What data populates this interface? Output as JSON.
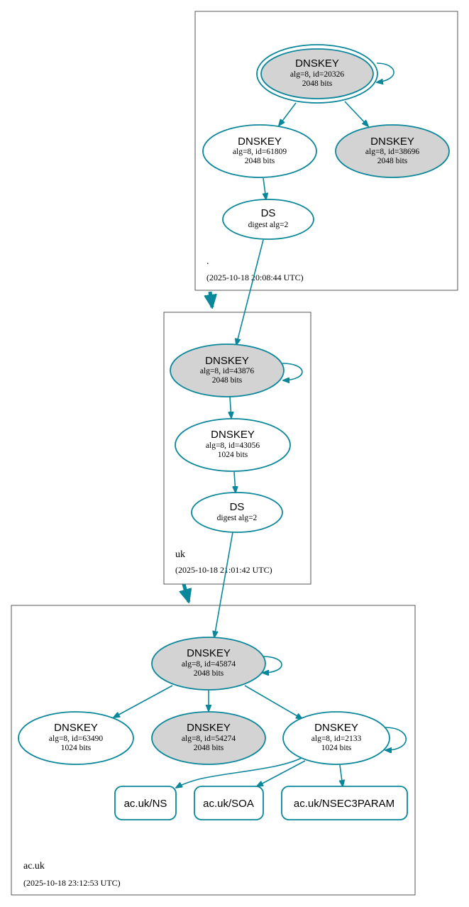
{
  "zones": {
    "root": {
      "name": ".",
      "timestamp": "(2025-10-18 20:08:44 UTC)"
    },
    "uk": {
      "name": "uk",
      "timestamp": "(2025-10-18 21:01:42 UTC)"
    },
    "acuk": {
      "name": "ac.uk",
      "timestamp": "(2025-10-18 23:12:53 UTC)"
    }
  },
  "nodes": {
    "root_ksk": {
      "title": "DNSKEY",
      "line1": "alg=8, id=20326",
      "line2": "2048 bits"
    },
    "root_zsk1": {
      "title": "DNSKEY",
      "line1": "alg=8, id=61809",
      "line2": "2048 bits"
    },
    "root_zsk2": {
      "title": "DNSKEY",
      "line1": "alg=8, id=38696",
      "line2": "2048 bits"
    },
    "root_ds": {
      "title": "DS",
      "line1": "digest alg=2"
    },
    "uk_ksk": {
      "title": "DNSKEY",
      "line1": "alg=8, id=43876",
      "line2": "2048 bits"
    },
    "uk_zsk": {
      "title": "DNSKEY",
      "line1": "alg=8, id=43056",
      "line2": "1024 bits"
    },
    "uk_ds": {
      "title": "DS",
      "line1": "digest alg=2"
    },
    "ac_ksk": {
      "title": "DNSKEY",
      "line1": "alg=8, id=45874",
      "line2": "2048 bits"
    },
    "ac_k1": {
      "title": "DNSKEY",
      "line1": "alg=8, id=63490",
      "line2": "1024 bits"
    },
    "ac_k2": {
      "title": "DNSKEY",
      "line1": "alg=8, id=54274",
      "line2": "2048 bits"
    },
    "ac_k3": {
      "title": "DNSKEY",
      "line1": "alg=8, id=2133",
      "line2": "1024 bits"
    }
  },
  "records": {
    "ns": "ac.uk/NS",
    "soa": "ac.uk/SOA",
    "nsec3param": "ac.uk/NSEC3PARAM"
  }
}
